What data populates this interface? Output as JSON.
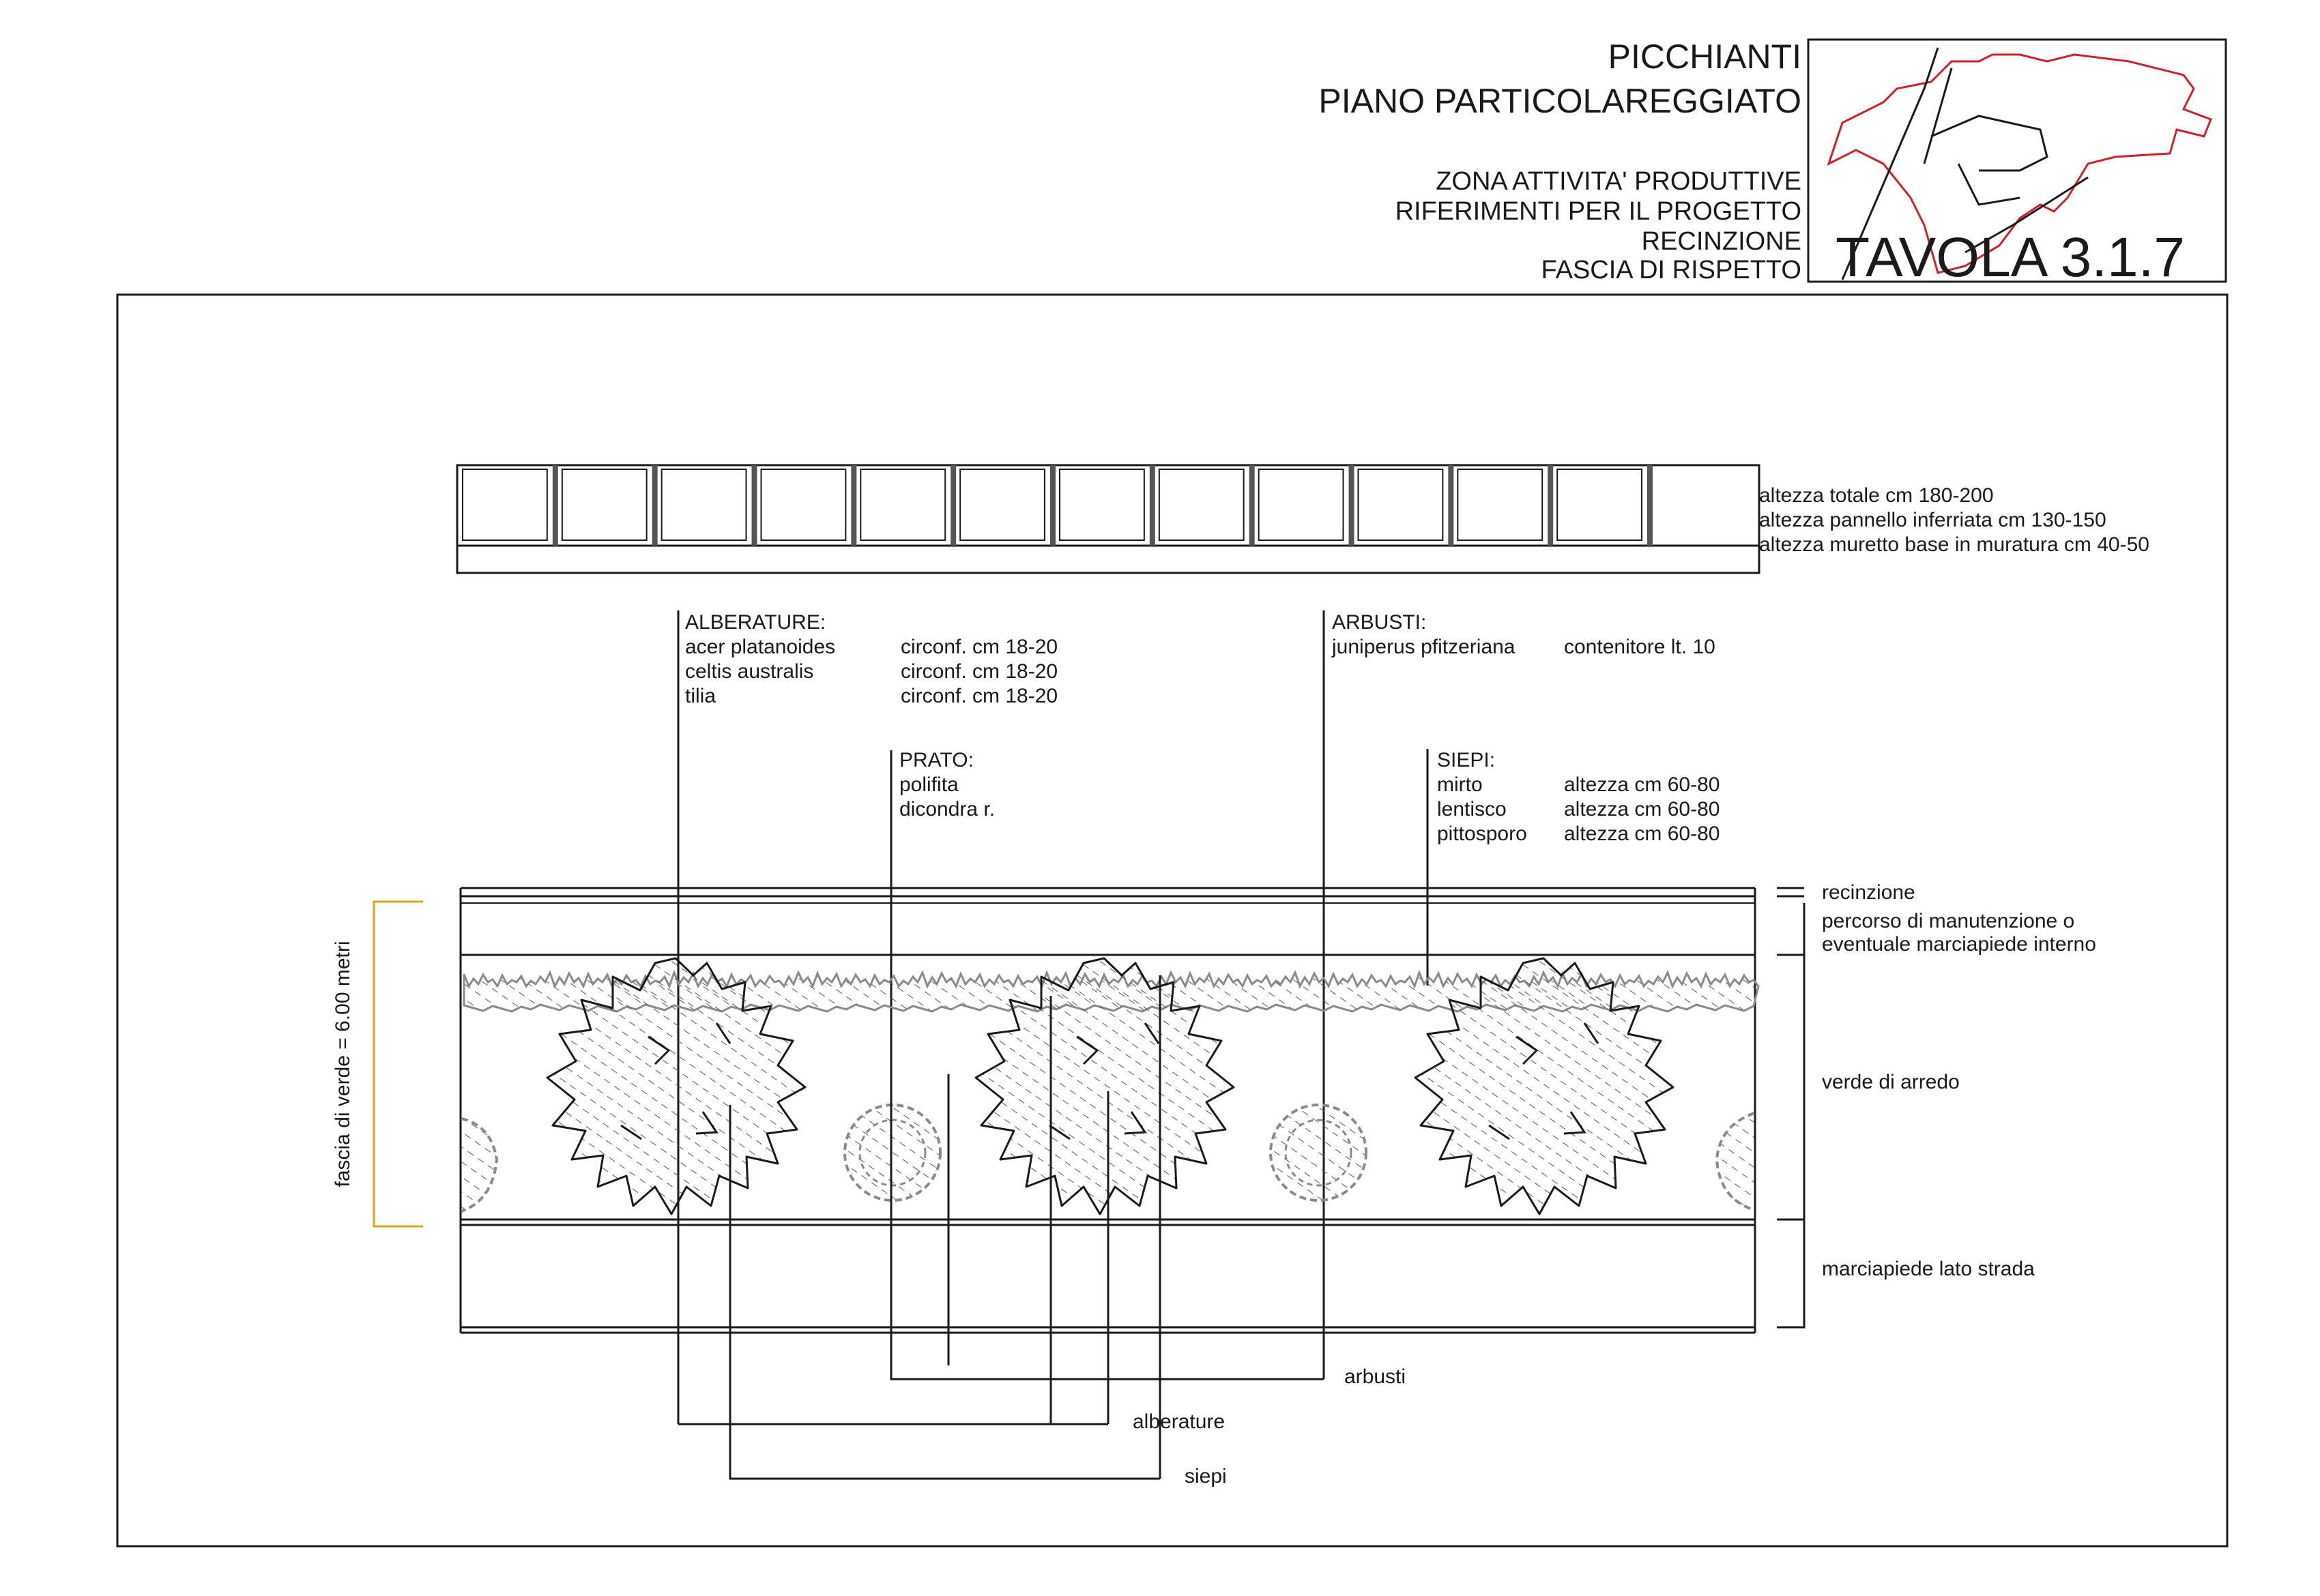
{
  "header": {
    "project": "PICCHIANTI",
    "plan": "PIANO PARTICOLAREGGIATO",
    "subtitle_lines": [
      "ZONA ATTIVITA' PRODUTTIVE",
      "RIFERIMENTI PER IL PROGETTO",
      "RECINZIONE",
      "FASCIA DI RISPETTO"
    ],
    "tavola": "TAVOLA 3.1.7"
  },
  "colors": {
    "ink": "#1a1a1a",
    "key_map_outline": "#d0202a",
    "dimension_bracket": "#e0a020",
    "hatch": "#555555",
    "shrub": "#8a8a8a"
  },
  "fence_notes": [
    "altezza totale cm 180-200",
    "altezza pannello  inferriata cm 130-150",
    "altezza muretto base in muratura cm 40-50"
  ],
  "species": {
    "alberature": {
      "heading": "ALBERATURE:",
      "rows": [
        {
          "name": "acer platanoides",
          "size": "circonf.  cm 18-20"
        },
        {
          "name": "celtis australis",
          "size": "circonf.  cm 18-20"
        },
        {
          "name": "tilia",
          "size": "circonf.  cm 18-20"
        }
      ]
    },
    "prato": {
      "heading": "PRATO:",
      "rows": [
        "polifita",
        "dicondra r."
      ]
    },
    "arbusti": {
      "heading": "ARBUSTI:",
      "rows": [
        {
          "name": "juniperus pfitzeriana",
          "size": "contenitore  lt. 10"
        }
      ]
    },
    "siepi": {
      "heading": "SIEPI:",
      "rows": [
        {
          "name": "mirto",
          "size": "altezza cm 60-80"
        },
        {
          "name": "lentisco",
          "size": "altezza cm 60-80"
        },
        {
          "name": "pittosporo",
          "size": "altezza cm 60-80"
        }
      ]
    }
  },
  "band_labels": {
    "recinzione": "recinzione",
    "percorso_1": "percorso di manutenzione o",
    "percorso_2": "eventuale marciapiede interno",
    "verde": "verde di arredo",
    "marciapiede": "marciapiede lato strada"
  },
  "dimension": "fascia di verde = 6.00 metri",
  "legend": {
    "arbusti": "arbusti",
    "alberature": "alberature",
    "siepi": "siepi"
  }
}
